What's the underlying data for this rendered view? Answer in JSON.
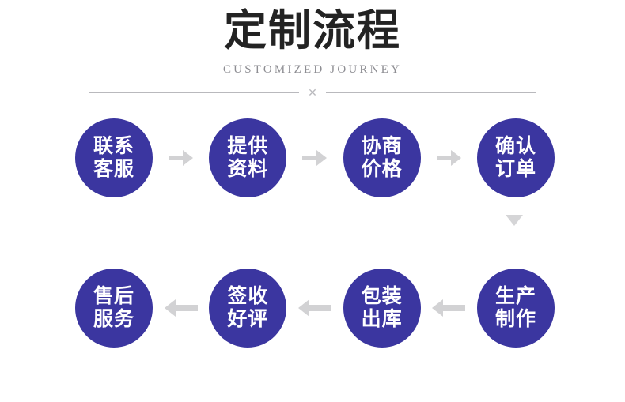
{
  "header": {
    "title": "定制流程",
    "subtitle": "CUSTOMIZED JOURNEY",
    "divider_mark": "✕"
  },
  "theme": {
    "circle_color": "#3b36a0",
    "circle_text_color": "#ffffff",
    "title_color": "#232323",
    "subtitle_color": "#8e8e93",
    "arrow_color": "#d2d2d4",
    "divider_color": "#b9b9bd",
    "background_color": "#ffffff"
  },
  "flow": {
    "top_row": [
      {
        "line1": "联系",
        "line2": "客服"
      },
      {
        "line1": "提供",
        "line2": "资料"
      },
      {
        "line1": "协商",
        "line2": "价格"
      },
      {
        "line1": "确认",
        "line2": "订单"
      }
    ],
    "bottom_row": [
      {
        "line1": "售后",
        "line2": "服务"
      },
      {
        "line1": "签收",
        "line2": "好评"
      },
      {
        "line1": "包装",
        "line2": "出库"
      },
      {
        "line1": "生产",
        "line2": "制作"
      }
    ],
    "top_connectors": [
      "arrow-right-icon",
      "arrow-right-icon",
      "arrow-right-icon"
    ],
    "bottom_connectors": [
      "arrow-left-icon",
      "arrow-left-icon",
      "arrow-left-icon"
    ],
    "vertical_connector": "arrow-down-icon"
  }
}
